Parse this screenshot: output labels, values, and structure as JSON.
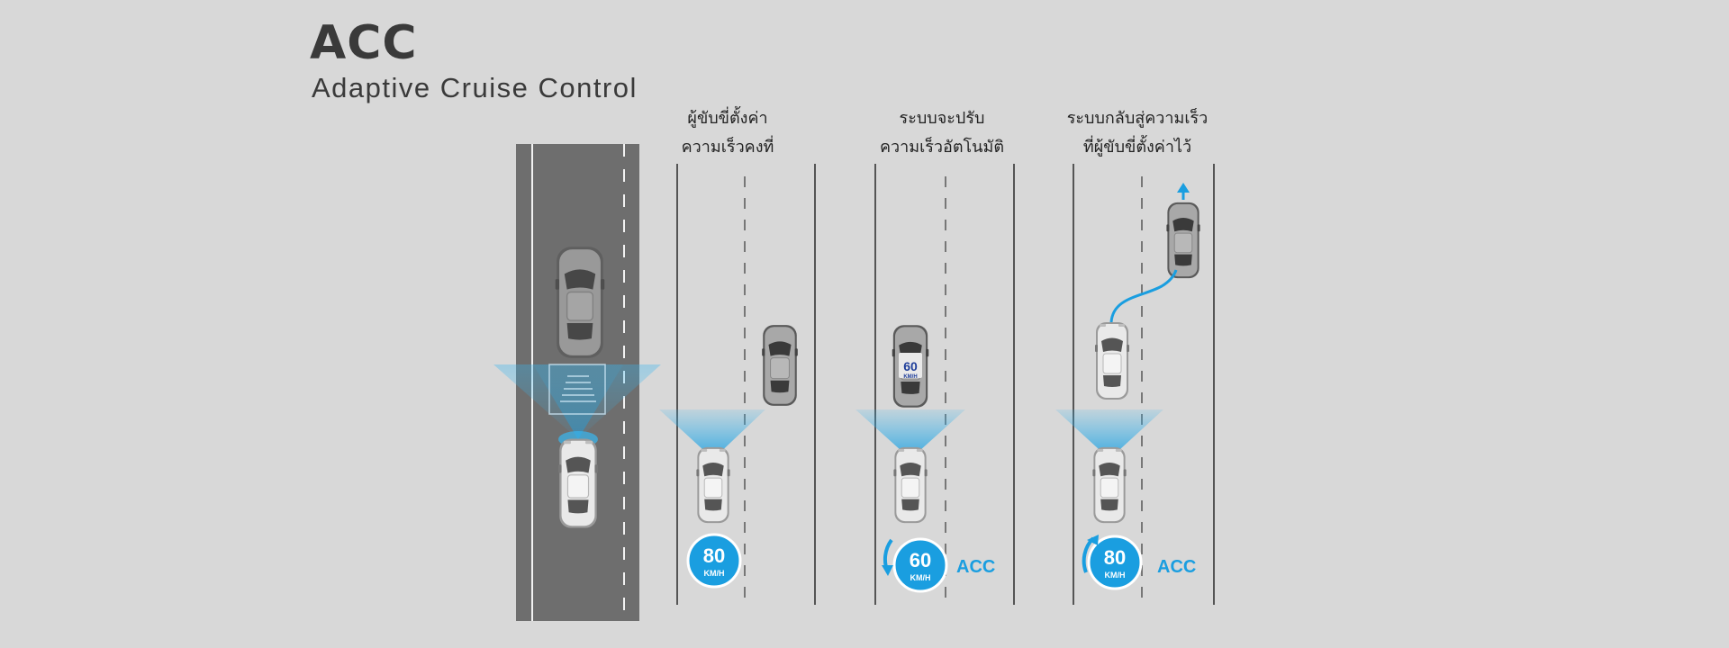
{
  "header": {
    "title": "ACC",
    "subtitle": "Adaptive Cruise Control"
  },
  "scenes": [
    {
      "caption": []
    },
    {
      "caption": [
        "ผู้ขับขี่ตั้งค่า",
        "ความเร็วคงที่"
      ],
      "speed": "80",
      "unit": "KM/H",
      "tag": ""
    },
    {
      "caption": [
        "ระบบจะปรับ",
        "ความเร็วอัตโนมัติ"
      ],
      "speed": "60",
      "unit": "KM/H",
      "tag": "ACC",
      "lead_speed": "60",
      "lead_unit": "KM/H"
    },
    {
      "caption": [
        "ระบบกลับสู่ความเร็ว",
        "ที่ผู้ขับขี่ตั้งค่าไว้"
      ],
      "speed": "80",
      "unit": "KM/H",
      "tag": "ACC"
    }
  ],
  "colors": {
    "background": "#d8d8d8",
    "road_dark": "#6e6e6e",
    "accent": "#1a9ee0",
    "sensor": "#37b6f0"
  }
}
